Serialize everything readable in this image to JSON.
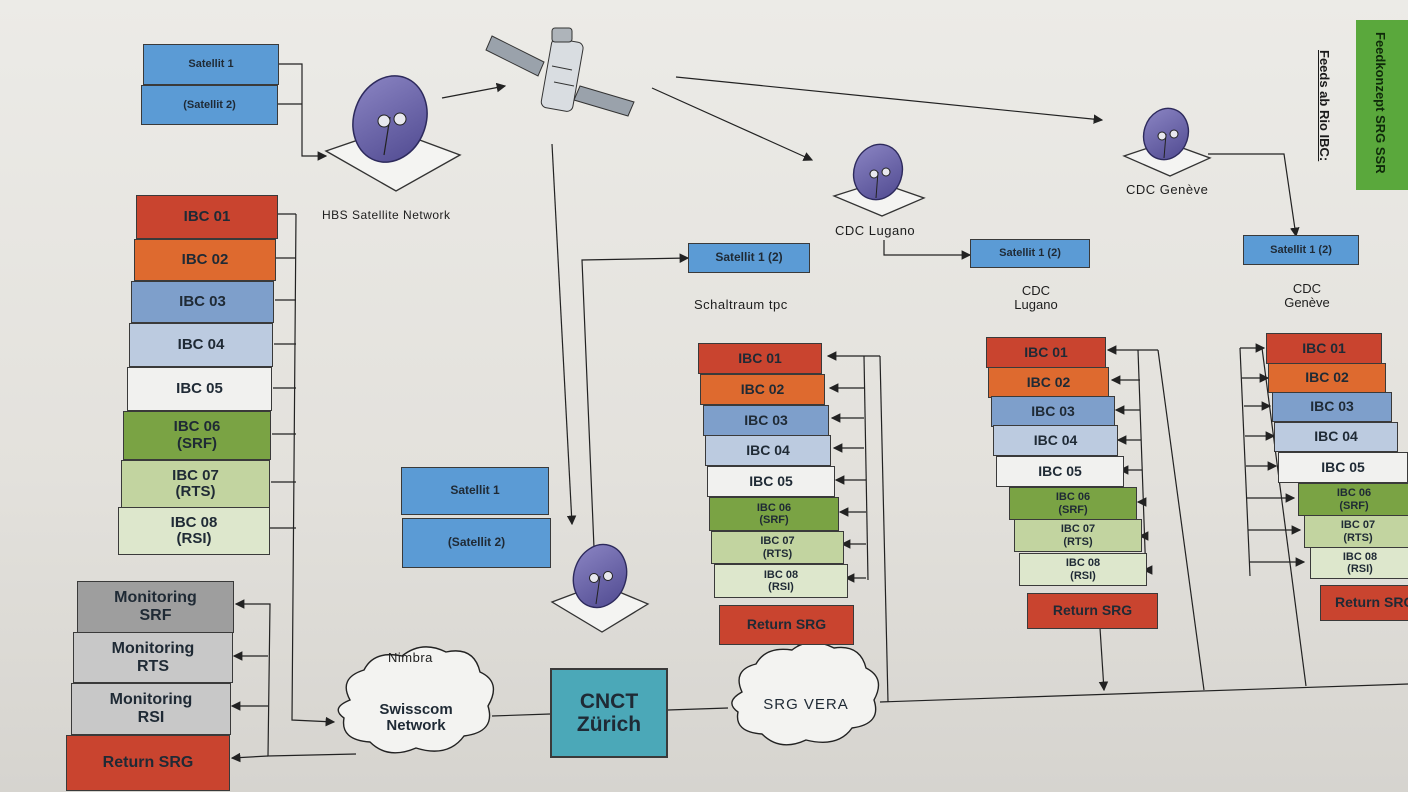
{
  "hbs": {
    "sat1": "Satellit 1",
    "sat2": "(Satellit 2)",
    "label": "HBS Satellite Network"
  },
  "left_stack": [
    "IBC 01",
    "IBC 02",
    "IBC 03",
    "IBC 04",
    "IBC 05",
    "IBC 06\n(SRF)",
    "IBC 07\n(RTS)",
    "IBC 08\n(RSI)"
  ],
  "monitoring": [
    "Monitoring\nSRF",
    "Monitoring\nRTS",
    "Monitoring\nRSI",
    "Return SRG"
  ],
  "middle_sat": {
    "sat1": "Satellit 1",
    "sat2": "(Satellit 2)"
  },
  "nimbra_label": "Nimbra",
  "swisscom": "Swisscom\nNetwork",
  "cnct": "CNCT\nZürich",
  "srg_vera": "SRG VERA",
  "tpc": {
    "sat": "Satellit 1 (2)",
    "label": "Schaltraum tpc",
    "stack": [
      "IBC 01",
      "IBC 02",
      "IBC 03",
      "IBC 04",
      "IBC 05",
      "IBC 06\n(SRF)",
      "IBC 07\n(RTS)",
      "IBC 08\n(RSI)"
    ],
    "return": "Return SRG"
  },
  "lugano": {
    "dish_label": "CDC Lugano",
    "sat": "Satellit 1 (2)",
    "label": "CDC\nLugano",
    "stack": [
      "IBC 01",
      "IBC 02",
      "IBC 03",
      "IBC 04",
      "IBC 05",
      "IBC 06\n(SRF)",
      "IBC 07\n(RTS)",
      "IBC 08\n(RSI)"
    ],
    "return": "Return SRG"
  },
  "geneve": {
    "dish_label": "CDC Genève",
    "sat": "Satellit 1 (2)",
    "label": "CDC\nGenève",
    "stack": [
      "IBC 01",
      "IBC 02",
      "IBC 03",
      "IBC 04",
      "IBC 05",
      "IBC 06\n(SRF)",
      "IBC 07\n(RTS)",
      "IBC 08\n(RSI)"
    ],
    "return": "Return SRG"
  },
  "side_title": "Feeds ab Rio IBC:",
  "side_banner": "Feedkonzept SRG SSR",
  "colors": {
    "ibc01": "#c9442f",
    "ibc02": "#de6a2f",
    "ibc03": "#7e9fcb",
    "ibc04": "#bccbe0",
    "ibc05": "#f1f1ef",
    "ibc06": "#7aa344",
    "ibc07": "#c2d4a0",
    "ibc08": "#dde7cc",
    "satellite_box": "#5b9bd5",
    "cnct": "#4ba8b8",
    "banner": "#5aa83c"
  },
  "icons": [
    "satellite-icon",
    "satellite-dish-icon"
  ]
}
